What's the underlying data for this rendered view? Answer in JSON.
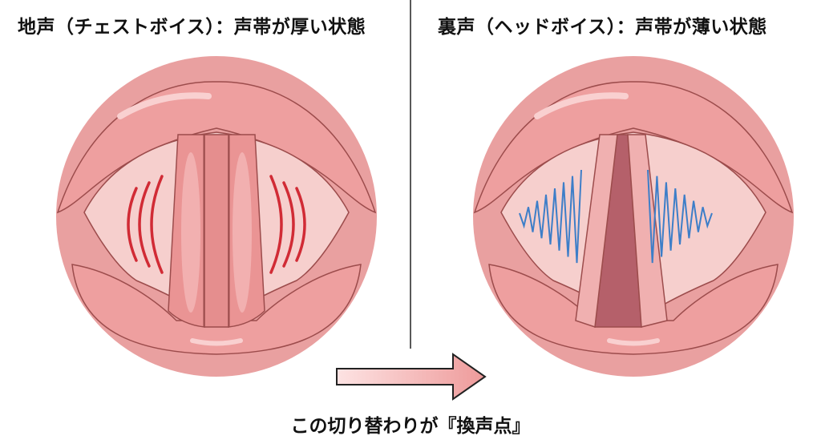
{
  "left_panel": {
    "title": "地声（チェストボイス）：声帯が厚い状態"
  },
  "right_panel": {
    "title": "裏声（ヘッドボイス）：声帯が薄い状態"
  },
  "caption": "この切り替わりが『換声点』",
  "colors": {
    "tissue": "#e9a0a0",
    "inner": "#f6cfcd",
    "outline": "#9c4c4c",
    "chest_vibration": "#d12b35",
    "head_vibration": "#3d7ec8",
    "glottis_gap": "#b5606a",
    "arrow_fill": "#f2aaaa"
  }
}
